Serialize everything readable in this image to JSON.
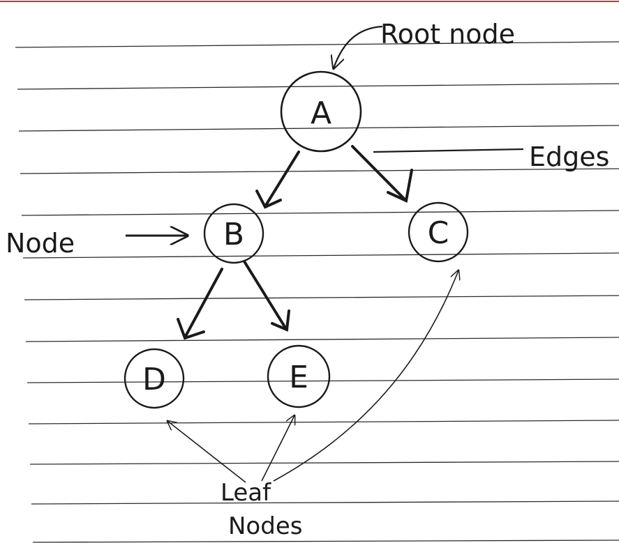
{
  "diagram": {
    "nodes": [
      {
        "id": "A",
        "label": "A"
      },
      {
        "id": "B",
        "label": "B"
      },
      {
        "id": "C",
        "label": "C"
      },
      {
        "id": "D",
        "label": "D"
      },
      {
        "id": "E",
        "label": "E"
      }
    ],
    "edges": [
      {
        "from": "A",
        "to": "B"
      },
      {
        "from": "A",
        "to": "C"
      },
      {
        "from": "B",
        "to": "D"
      },
      {
        "from": "B",
        "to": "E"
      }
    ],
    "annotations": {
      "root_node": "Root node",
      "edges": "Edges",
      "node": "Node",
      "leaf_line1": "Leaf",
      "leaf_line2": "Nodes"
    }
  },
  "colors": {
    "ink": "#1a1a1a",
    "ruled_line": "#2b2b2b",
    "paper": "#ffffff",
    "top_margin": "#c0392b"
  }
}
